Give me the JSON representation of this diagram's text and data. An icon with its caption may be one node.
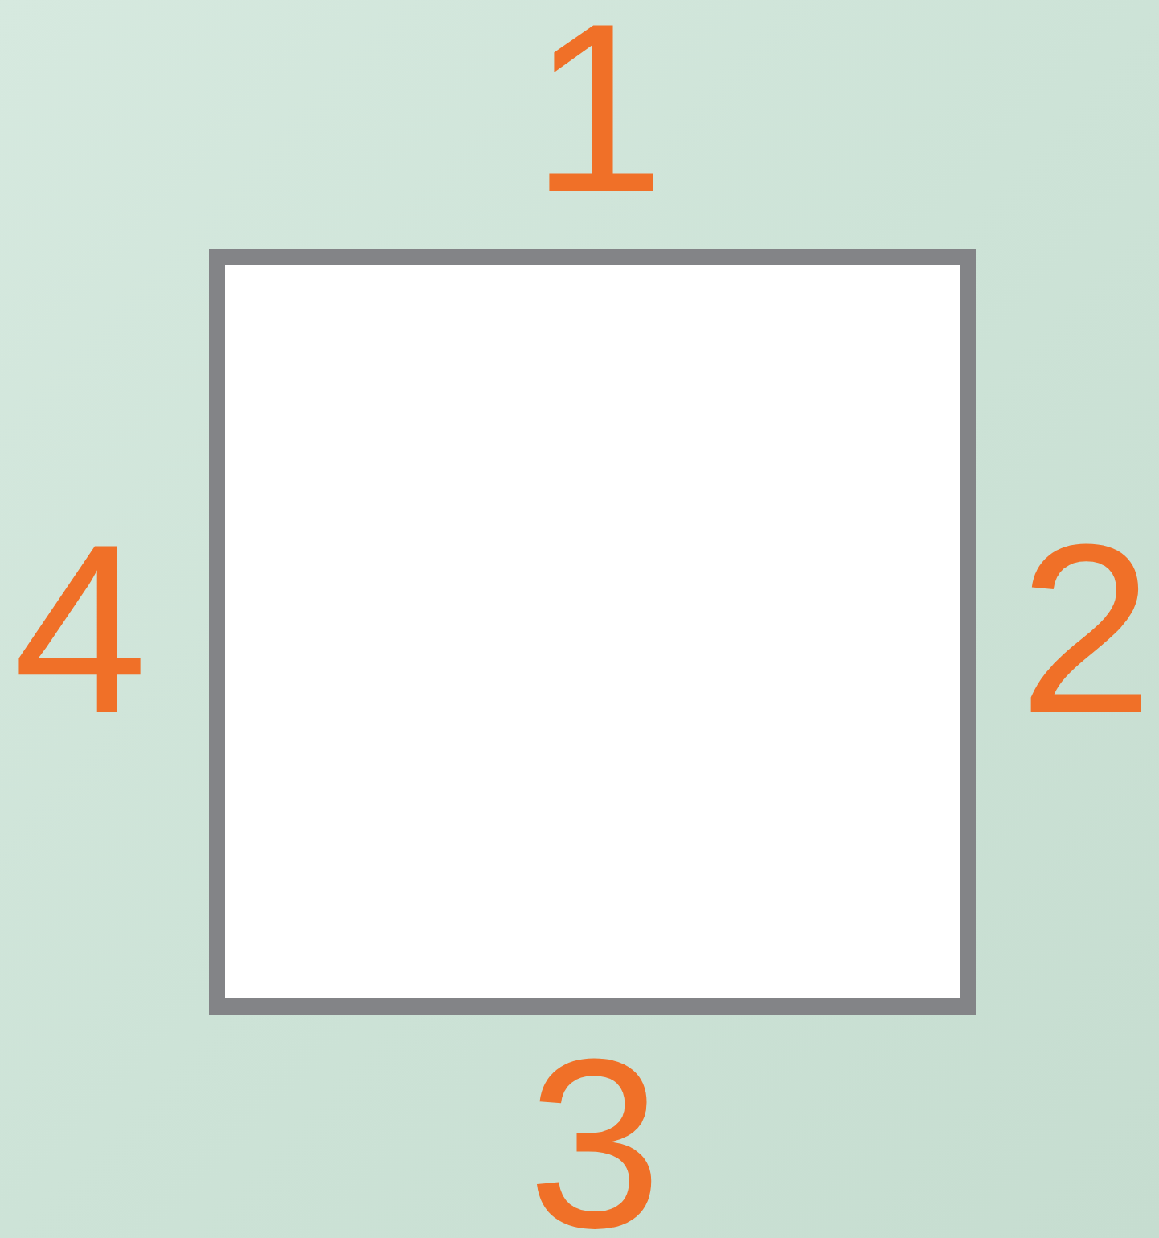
{
  "diagram": {
    "nodes": [
      {
        "text": [],
        "shape": "box",
        "beside": [
          "1",
          "2",
          "3",
          "4"
        ]
      }
    ]
  }
}
